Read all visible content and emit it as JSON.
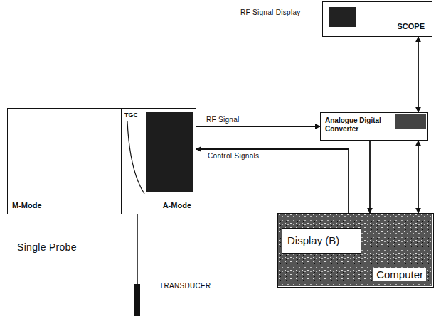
{
  "diagram": {
    "nodes": [
      {
        "text": [
          "SCOPE"
        ]
      },
      {
        "text": [
          "M-Mode"
        ]
      },
      {
        "text": [
          "TGC",
          "A-Mode"
        ]
      },
      {
        "text": [
          "Analogue Digital Converter"
        ]
      },
      {
        "text": [
          "Computer"
        ]
      },
      {
        "text": [
          "Display (B)"
        ],
        "in": 4
      }
    ],
    "edges": [
      {
        "from": 2,
        "to": 3,
        "label": "RF Signal",
        "arrow": "to"
      },
      {
        "from": 4,
        "to": 2,
        "label": "Control Signals",
        "arrow": "to"
      },
      {
        "from": 3,
        "to": 0,
        "arrow": "both"
      },
      {
        "from": 3,
        "to": 4,
        "arrow": "to"
      },
      {
        "from": 3,
        "to": 4,
        "arrow": "both"
      }
    ],
    "labels": [
      "RF Signal Display",
      "Single Probe",
      "TRANSDUCER"
    ]
  }
}
